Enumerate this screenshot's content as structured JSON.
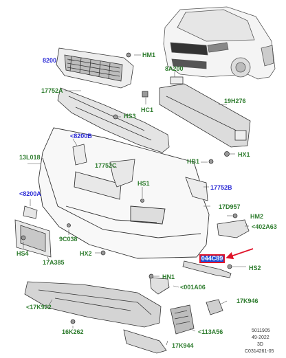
{
  "labels": {
    "hm1": "HM1",
    "n8200": "8200",
    "n8a200": "8A200",
    "n17752a": "17752A",
    "hc1": "HC1",
    "hs3": "HS3",
    "n19h276": "19H276",
    "n8200b": "<8200B",
    "n13l018": "13L018",
    "n17752c": "17752C",
    "hb1": "HB1",
    "hx1": "HX1",
    "hs1": "HS1",
    "n17752b": "17752B",
    "n8200a": "<8200A",
    "n17d957": "17D957",
    "hm2": "HM2",
    "n402a63": "<402A63",
    "n9c038": "9C038",
    "hs4": "HS4",
    "n17a385": "17A385",
    "hx2": "HX2",
    "n044c89": "044C89",
    "hs2": "HS2",
    "hn1": "HN1",
    "n001a06": "<001A06",
    "n17k922": "<17K922",
    "n17k946": "17K946",
    "n16k262": "16K262",
    "n113a56": "<113A56",
    "n17k944": "17K944"
  },
  "footer": {
    "line1": "5011905",
    "line2": "49-2022",
    "line3": "3D",
    "line4": "C0314261-05"
  },
  "colors": {
    "part_number_green": "#2f7d2f",
    "reference_blue": "#2b2bd6",
    "highlight_fill": "#1f4fd6",
    "highlight_border": "#e0142a",
    "pointer_arrow": "#e0142a"
  }
}
